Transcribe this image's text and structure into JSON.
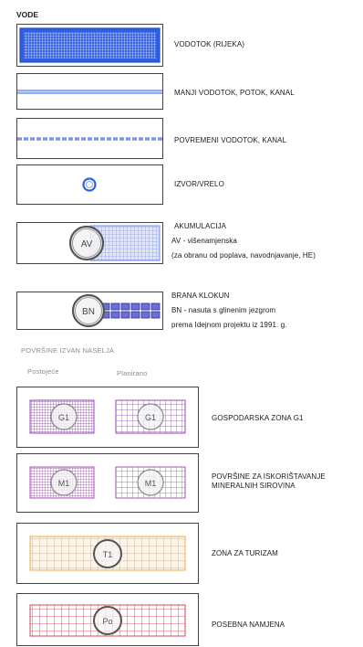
{
  "section_header": "VODE",
  "items": [
    {
      "label": "VODOTOK (RIJEKA)"
    },
    {
      "label": "MANJI VODOTOK, POTOK, KANAL"
    },
    {
      "label": "POVREMENI VODOTOK, KANAL"
    },
    {
      "label": "IZVOR/VRELO"
    },
    {
      "label": "AKUMULACIJA",
      "detail1": "AV - višenamjenska",
      "detail2": "(za obranu od poplava, navodnjavanje, HE)",
      "symbol": "AV"
    },
    {
      "label": "BRANA KLOKUN",
      "detail1": "BN - nasuta s glinenim jezgrom",
      "detail2": "prema Idejnom projektu iz 1991. g.",
      "symbol": "BN"
    }
  ],
  "zones_header": "POVRŠINE IZVAN NASELJA",
  "col_existing": "Postojeće",
  "col_planned": "Planirano",
  "zones": [
    {
      "label": "GOSPODARSKA ZONA G1",
      "symbol": "G1",
      "color": "#8a3aa8"
    },
    {
      "label_line1": "POVRŠINE ZA ISKORIŠTAVANJE",
      "label_line2": "MINERALNIH SIROVINA",
      "symbol": "M1",
      "color": "#a040b0"
    },
    {
      "label": "ZONA ZA TURIZAM",
      "symbol": "T1",
      "color": "#f0a040"
    },
    {
      "label": "POSEBNA NAMJENA",
      "symbol": "Po",
      "color": "#d83040"
    }
  ],
  "colors": {
    "water": "#2f5fe0",
    "water_light": "#6f8ff0",
    "circle": "#555555"
  }
}
